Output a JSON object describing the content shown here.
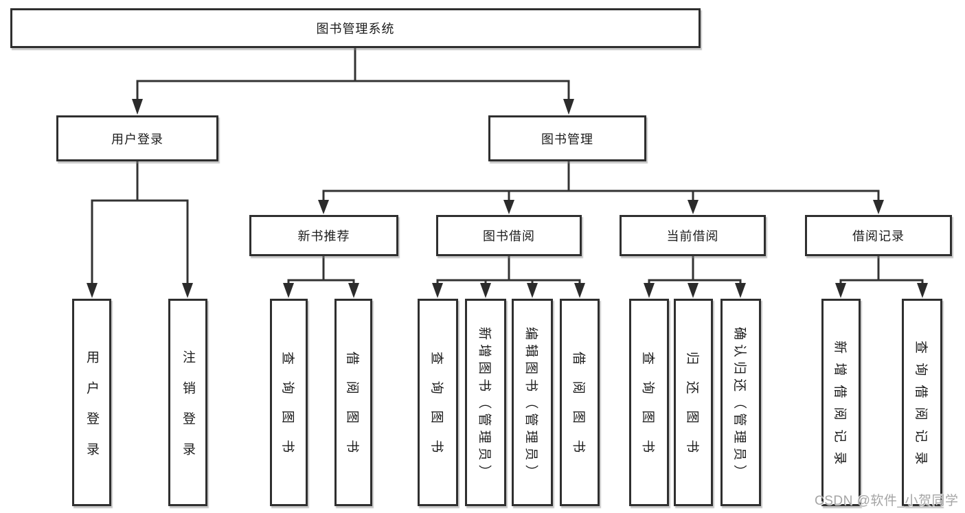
{
  "diagram": {
    "root_label": "图书管理系统",
    "level2": [
      "用户登录",
      "图书管理"
    ],
    "level3": [
      "新书推荐",
      "图书借阅",
      "当前借阅",
      "借阅记录"
    ],
    "leaves": {
      "login": [
        "用户登录",
        "注销登录"
      ],
      "recommend": [
        "查询图书",
        "借阅图书"
      ],
      "borrow": [
        "查询图书",
        "新增图书（管理员）",
        "编辑图书（管理员）",
        "借阅图书"
      ],
      "current": [
        "查询图书",
        "归还图书",
        "确认归还（管理员）"
      ],
      "records": [
        "新增借阅记录",
        "查询借阅记录"
      ]
    }
  },
  "watermark": {
    "text": "CSDN @软件_小贺同学"
  },
  "colors": {
    "background": "#ffffff",
    "box_background": "#ffffff",
    "box_border": "#2f2f2f",
    "line": "#333333",
    "arrowhead": "#2b2b2b",
    "text": "#1c1c1c",
    "watermark_text": "#a5a5a5"
  }
}
